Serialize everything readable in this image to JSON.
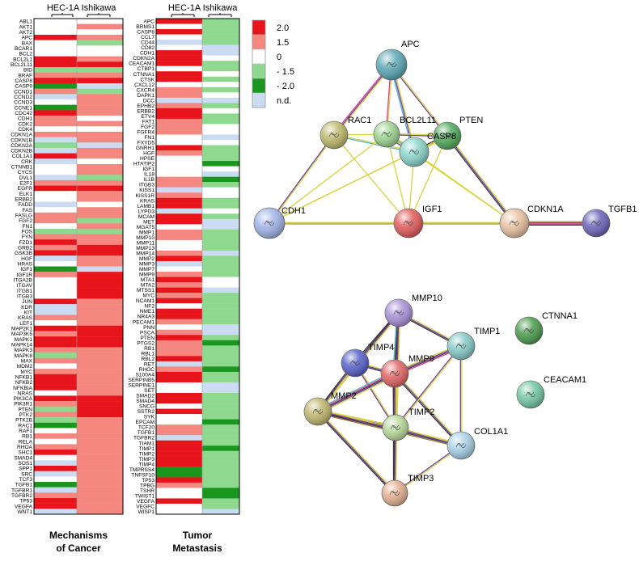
{
  "colors": {
    "up2": "#e8141b",
    "up15": "#f4877f",
    "none": "#ffffff",
    "down15": "#8ed98f",
    "down2": "#1a961e",
    "nd": "#cadbf2"
  },
  "legend": {
    "items": [
      {
        "label": "2.0",
        "color_key": "up2"
      },
      {
        "label": "1.5",
        "color_key": "up15"
      },
      {
        "label": "0",
        "color_key": "none"
      },
      {
        "label": "- 1.5",
        "color_key": "down15"
      },
      {
        "label": "- 2.0",
        "color_key": "down2"
      },
      {
        "label": "n.d.",
        "color_key": "nd"
      }
    ]
  },
  "heatmaps": [
    {
      "id": "mechanisms",
      "col1": "HEC-1A",
      "col2": "Ishikawa",
      "caption_line1": "Mechanisms",
      "caption_line2": "of Cancer",
      "genes": [
        "ABL1",
        "AKT1",
        "AKT2",
        "APC",
        "BAX",
        "BCAR1",
        "BCL2",
        "BCL2L1",
        "BCL2L11",
        "BID",
        "BRAF",
        "CASP8",
        "CASP9",
        "CCND1",
        "CCND2",
        "CCND3",
        "CCNE1",
        "CDC42",
        "CDH1",
        "CDK2",
        "CDK4",
        "CDKN1A",
        "CDKN1B",
        "CDKN2A",
        "CDKN2B",
        "COL1A1",
        "CRK",
        "CTNNB1",
        "CYCS",
        "DVL1",
        "E2F1",
        "EGFR",
        "ELK1",
        "ERBB2",
        "FADD",
        "FAS",
        "FASLG",
        "FGF2",
        "FN1",
        "FOS",
        "FYN",
        "FZD1",
        "GRB2",
        "GSK3B",
        "HGF",
        "HRAS",
        "IGF1",
        "IGF1R",
        "ITGA2B",
        "ITGAV",
        "ITGB1",
        "ITGB3",
        "JUN",
        "KDR",
        "KIT",
        "KRAS",
        "LEF1",
        "MAP2K1",
        "MAP3K5",
        "MAPK1",
        "MAPK14",
        "MAPK3",
        "MAPK8",
        "MAX",
        "MDM2",
        "MYC",
        "NFKB1",
        "NFKB2",
        "NFKBIA",
        "NRAS",
        "PIK3CA",
        "PIK3R1",
        "PTEN",
        "PTK2",
        "PTK2B",
        "RAC1",
        "RAF1",
        "RB1",
        "RELA",
        "RHOA",
        "SHC1",
        "SMAD4",
        "SOS1",
        "SPP1",
        "SRC",
        "TCF3",
        "TGFB1",
        "TGFBR1",
        "TGFBR2",
        "TP53",
        "VEGFA",
        "WNT1"
      ],
      "values_hec1a": [
        "none",
        "none",
        "none",
        "up2",
        "none",
        "none",
        "none",
        "up2",
        "up2",
        "down15",
        "up15",
        "up2",
        "down2",
        "up15",
        "nd",
        "none",
        "down2",
        "up2",
        "up15",
        "up15",
        "none",
        "up15",
        "nd",
        "down15",
        "nd",
        "up2",
        "nd",
        "none",
        "none",
        "nd",
        "up15",
        "up2",
        "none",
        "none",
        "nd",
        "none",
        "up15",
        "up15",
        "none",
        "down15",
        "up15",
        "up2",
        "up15",
        "up2",
        "nd",
        "none",
        "down2",
        "up15",
        "none",
        "none",
        "none",
        "none",
        "up2",
        "nd",
        "nd",
        "up15",
        "none",
        "up2",
        "up15",
        "up2",
        "up2",
        "up15",
        "down15",
        "up15",
        "none",
        "up15",
        "up2",
        "up2",
        "up2",
        "none",
        "up2",
        "up15",
        "down15",
        "up15",
        "down15",
        "down2",
        "none",
        "up15",
        "none",
        "up15",
        "up2",
        "none",
        "nd",
        "up2",
        "nd",
        "none",
        "down2",
        "nd",
        "up15",
        "up2",
        "up2",
        "nd"
      ],
      "values_ishikawa": [
        "none",
        "up15",
        "none",
        "up15",
        "down15",
        "none",
        "none",
        "up15",
        "up2",
        "down15",
        "up15",
        "up2",
        "nd",
        "down15",
        "up15",
        "up15",
        "up15",
        "up15",
        "none",
        "up15",
        "none",
        "up15",
        "up15",
        "nd",
        "up15",
        "up15",
        "none",
        "up15",
        "up15",
        "down15",
        "up15",
        "up2",
        "up15",
        "up15",
        "none",
        "up15",
        "up15",
        "down15",
        "up15",
        "down15",
        "up15",
        "up15",
        "up2",
        "up2",
        "up15",
        "up15",
        "nd",
        "up2",
        "up2",
        "up2",
        "up2",
        "up2",
        "up15",
        "up15",
        "up15",
        "up15",
        "up15",
        "up2",
        "up2",
        "up2",
        "up2",
        "up15",
        "up15",
        "up15",
        "up15",
        "up15",
        "up15",
        "up15",
        "up15",
        "up15",
        "up2",
        "up2",
        "up2",
        "up2",
        "up15",
        "up15",
        "up15",
        "up15",
        "up15",
        "up15",
        "up15",
        "up15",
        "up15",
        "up15",
        "up15",
        "up15",
        "up15",
        "up15",
        "up15",
        "up15",
        "up15",
        "up15"
      ]
    },
    {
      "id": "metastasis",
      "col1": "HEC-1A",
      "col2": "Ishikawa",
      "caption_line1": "Tumor",
      "caption_line2": "Metastasis",
      "genes": [
        "APC",
        "BRMS1",
        "CASP8",
        "CCL7",
        "CD44",
        "CD82",
        "CDH1",
        "CDKN2A",
        "CEACAM1",
        "CTBP1",
        "CTNNA1",
        "CTSK",
        "CXCL12",
        "CXCR4",
        "DAPK1",
        "DCC",
        "EPHB2",
        "ERBB2",
        "ETV4",
        "FAT1",
        "FGF2",
        "FGFR4",
        "FN1",
        "FXYD5",
        "GNRH1",
        "HGF",
        "HPSE",
        "HTATIP2",
        "IGF1",
        "IL18",
        "IL1B",
        "ITGB3",
        "KISS1",
        "KISS1R",
        "KRAS",
        "LAMB1",
        "LYPD3",
        "MCAM",
        "MET",
        "MGAT5",
        "MMP1",
        "MMP10",
        "MMP11",
        "MMP13",
        "MMP14",
        "MMP2",
        "MMP3",
        "MMP7",
        "MMP9",
        "MTA1",
        "MTA2",
        "MTSS1",
        "MYC",
        "NCAM1",
        "NF2",
        "NME1",
        "NR4A3",
        "PECAM1",
        "PNN",
        "PSCA",
        "PTEN",
        "PTGS2",
        "RB1",
        "RBL1",
        "RBL2",
        "RET",
        "RHOC",
        "S100A4",
        "SERPINB5",
        "SERPINE1",
        "SET",
        "SMAD2",
        "SMAD4",
        "SNCG",
        "SSTR2",
        "SYK",
        "EPCAM",
        "TCF20",
        "TGFB1",
        "TGFBR2",
        "TIAM1",
        "TIMP1",
        "TIMP2",
        "TIMP3",
        "TIMP4",
        "TMPRSS4",
        "TNFSF10",
        "TP53",
        "TPBG",
        "TSHR",
        "TWIST1",
        "VEGFA",
        "VEGFC",
        "WISP1"
      ],
      "values_hec1a": [
        "up2",
        "none",
        "up2",
        "none",
        "nd",
        "none",
        "up2",
        "up2",
        "up2",
        "none",
        "up2",
        "up2",
        "none",
        "up15",
        "up15",
        "nd",
        "up15",
        "up2",
        "up2",
        "up15",
        "up15",
        "up15",
        "none",
        "none",
        "up2",
        "up15",
        "none",
        "none",
        "none",
        "none",
        "up15",
        "up15",
        "nd",
        "up15",
        "up2",
        "up2",
        "nd",
        "up2",
        "up2",
        "none",
        "up15",
        "up15",
        "none",
        "none",
        "up15",
        "up2",
        "nd",
        "none",
        "up15",
        "up2",
        "up15",
        "up2",
        "up15",
        "up2",
        "none",
        "up2",
        "up2",
        "up15",
        "none",
        "up15",
        "up2",
        "up15",
        "up15",
        "up15",
        "up2",
        "nd",
        "up15",
        "up2",
        "up2",
        "none",
        "none",
        "up2",
        "up2",
        "none",
        "up2",
        "none",
        "none",
        "up15",
        "up15",
        "nd",
        "up2",
        "up2",
        "up2",
        "up2",
        "up2",
        "down2",
        "down2",
        "up2",
        "up15",
        "none",
        "none",
        "up2",
        "none",
        "none"
      ],
      "values_ishikawa": [
        "down15",
        "down15",
        "down15",
        "down15",
        "down15",
        "nd",
        "nd",
        "none",
        "down15",
        "down15",
        "none",
        "down15",
        "none",
        "down15",
        "none",
        "nd",
        "down15",
        "none",
        "down15",
        "down15",
        "none",
        "none",
        "nd",
        "none",
        "down15",
        "down15",
        "down15",
        "down2",
        "none",
        "nd",
        "down2",
        "down15",
        "none",
        "none",
        "down15",
        "down15",
        "none",
        "down15",
        "nd",
        "nd",
        "down15",
        "down15",
        "down15",
        "down15",
        "nd",
        "down15",
        "down15",
        "down15",
        "down15",
        "none",
        "none",
        "nd",
        "down15",
        "down15",
        "down15",
        "down15",
        "down15",
        "down15",
        "nd",
        "nd",
        "down15",
        "down2",
        "down15",
        "down15",
        "down15",
        "down15",
        "down2",
        "down15",
        "down15",
        "nd",
        "nd",
        "down15",
        "down15",
        "down15",
        "down15",
        "down15",
        "down2",
        "down15",
        "down15",
        "down15",
        "down15",
        "down2",
        "down15",
        "down15",
        "down15",
        "down15",
        "down15",
        "down15",
        "down15",
        "down2",
        "down2",
        "down15",
        "down15",
        "nd"
      ]
    }
  ],
  "networks": [
    {
      "id": "network-top",
      "nodes": [
        {
          "label": "APC",
          "color": "#5aa6b4"
        },
        {
          "label": "RAC1",
          "color": "#bdb86b"
        },
        {
          "label": "BCL2L11",
          "color": "#9bd38f"
        },
        {
          "label": "PTEN",
          "color": "#4fa85b"
        },
        {
          "label": "CASP8",
          "color": "#88d3c9"
        },
        {
          "label": "CDH1",
          "color": "#9fb3e6"
        },
        {
          "label": "IGF1",
          "color": "#e05a5a"
        },
        {
          "label": "CDKN1A",
          "color": "#e8c0a0"
        },
        {
          "label": "TGFB1",
          "color": "#6a63b8"
        }
      ]
    },
    {
      "id": "network-bottom",
      "nodes": [
        {
          "label": "MMP10",
          "color": "#a98fd6"
        },
        {
          "label": "TIMP4",
          "color": "#5560c6"
        },
        {
          "label": "MMP9",
          "color": "#e06464"
        },
        {
          "label": "TIMP1",
          "color": "#84c9c6"
        },
        {
          "label": "MMP2",
          "color": "#bfb46c"
        },
        {
          "label": "TIMP2",
          "color": "#b8d89a"
        },
        {
          "label": "COL1A1",
          "color": "#a6cfe6"
        },
        {
          "label": "TIMP3",
          "color": "#e3ae90"
        },
        {
          "label": "CTNNA1",
          "color": "#4a9a4c"
        },
        {
          "label": "CEACAM1",
          "color": "#72c6a2"
        }
      ]
    }
  ]
}
